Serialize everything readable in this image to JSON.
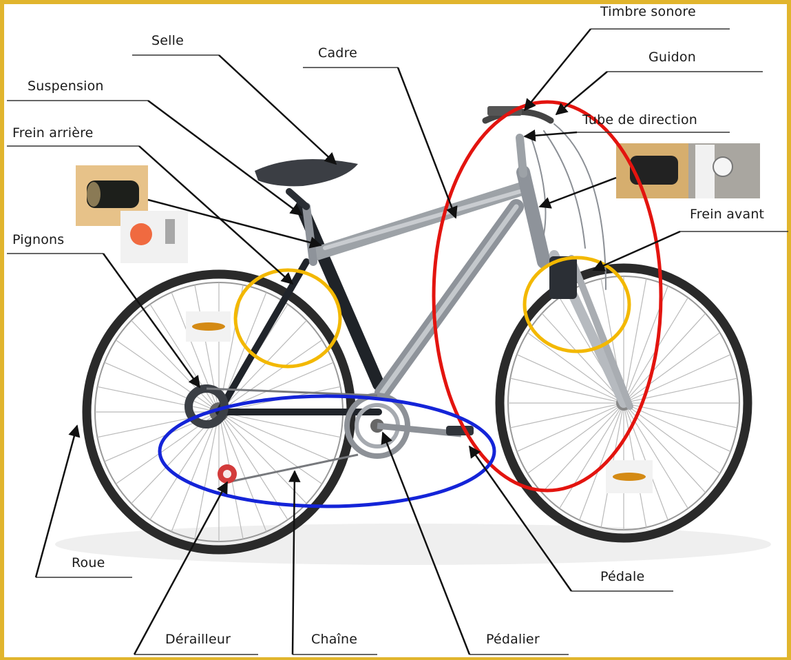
{
  "diagram": {
    "labels": {
      "timbre": "Timbre sonore",
      "guidon": "Guidon",
      "tube": "Tube de direction",
      "frein_avant": "Frein avant",
      "selle": "Selle",
      "cadre": "Cadre",
      "suspension": "Suspension",
      "frein_arriere": "Frein arrière",
      "pignons": "Pignons",
      "roue": "Roue",
      "pedale": "Pédale",
      "derailleur": "Dérailleur",
      "chaine": "Chaîne",
      "pedalier": "Pédalier"
    },
    "colors": {
      "frame_border": "#e1b52d",
      "steering_group_ellipse": "#e3140f",
      "brake_group_circles": "#f3b800",
      "transmission_group_ellipse": "#1424d8",
      "leader_lines": "#111111"
    }
  }
}
